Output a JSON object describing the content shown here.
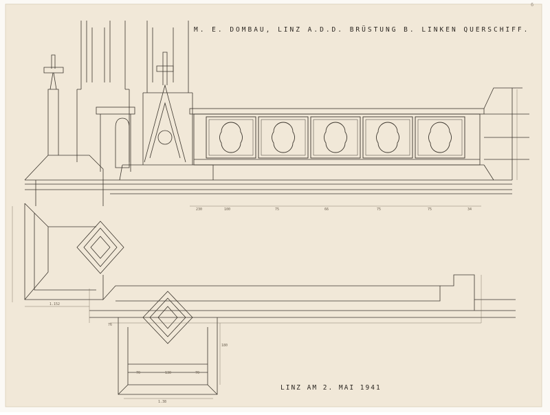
{
  "drawing": {
    "title": "M. E. DOMBAU, LINZ A.D.D. BRÜSTUNG B. LINKEN QUERSCHIFF.",
    "place_date": "LINZ AM 2. MAI 1941",
    "sheet_no": "6",
    "dims_elevation": [
      "230",
      "100",
      "75",
      "66",
      "75",
      "75",
      "34"
    ],
    "dims_plan": [
      "1.152",
      "76",
      "70",
      "130",
      "180",
      "70",
      "1.38"
    ]
  },
  "colors": {
    "paper": "#f1e8d8",
    "ink": "#3a342c",
    "paper_edge": "#e7dcc8"
  }
}
